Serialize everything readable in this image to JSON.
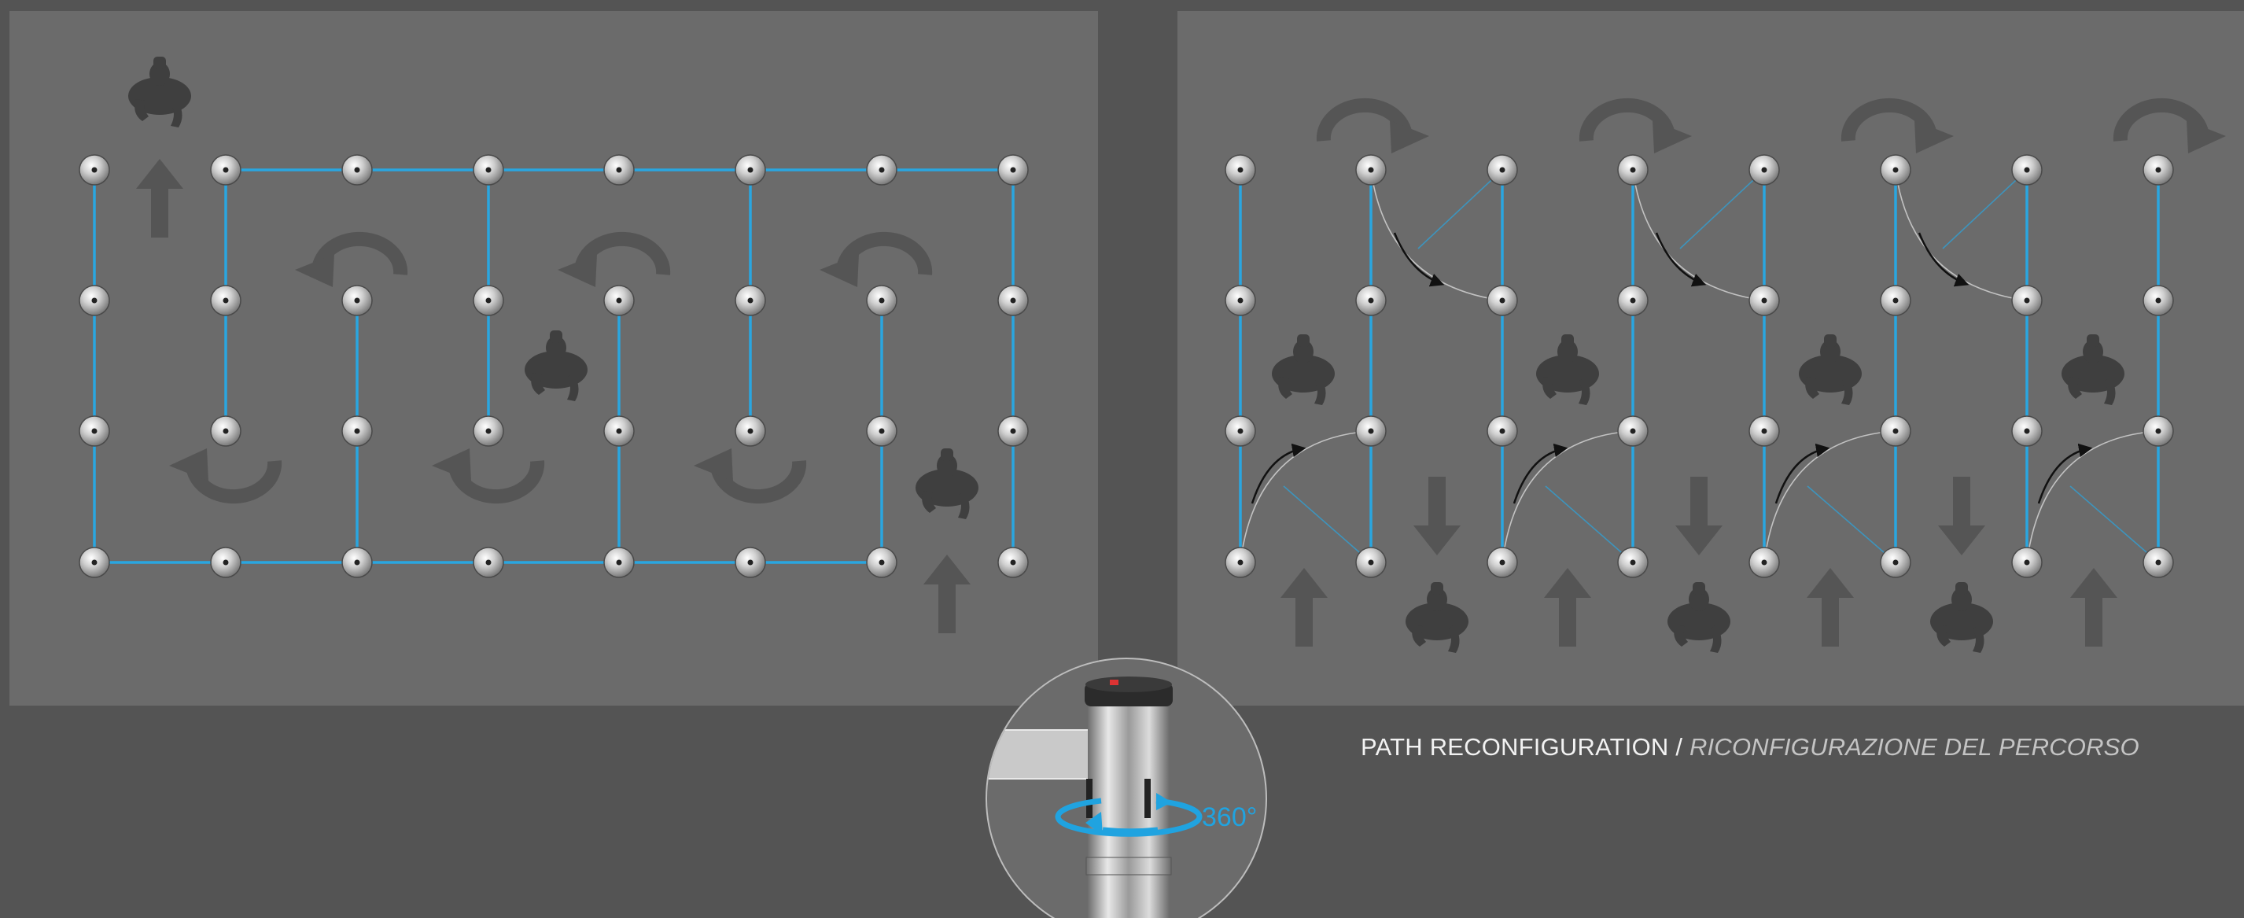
{
  "caption": {
    "main": "PATH RECONFIGURATION",
    "separator": " / ",
    "italic": "RICONFIGURAZIONE DEL PERCORSO"
  },
  "detail": {
    "label": "360°",
    "icon": "belt-post-rotation-icon"
  },
  "colors": {
    "background": "#545454",
    "panel": "#6b6b6b",
    "belt": "#2aa6e0",
    "arrow": "#555555",
    "figure": "#3f3f3f"
  },
  "panels": [
    {
      "name": "left",
      "layout": "serpentine",
      "rows": 4,
      "cols": 8
    },
    {
      "name": "right",
      "layout": "reconfigurable",
      "rows": 4,
      "cols": 8
    }
  ]
}
